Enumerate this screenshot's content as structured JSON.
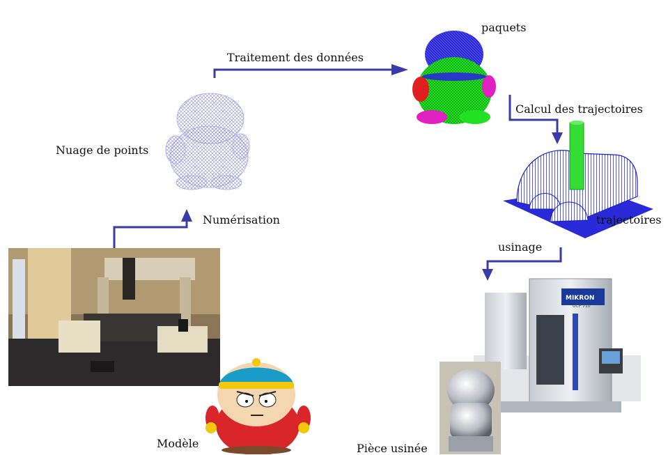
{
  "labels": {
    "traitement": "Traitement des données",
    "paquets": "paquets",
    "calcul": "Calcul des trajectoires",
    "nuage": "Nuage de points",
    "numerisation": "Numérisation",
    "trajectoires": "trajectoires",
    "usinage": "usinage",
    "modele": "Modèle",
    "piece": "Pièce usinée"
  },
  "machine_badge": {
    "brand": "MIKRON",
    "model": "UCP 710"
  },
  "colors": {
    "arrow": "#3a3aa8",
    "point_cloud": "#8a8ae6",
    "packet_blue": "#2a2ad8",
    "packet_green": "#22e022",
    "packet_magenta": "#e020c0",
    "toolpath_blue": "#3030e0",
    "tool_green": "#33dd33"
  }
}
